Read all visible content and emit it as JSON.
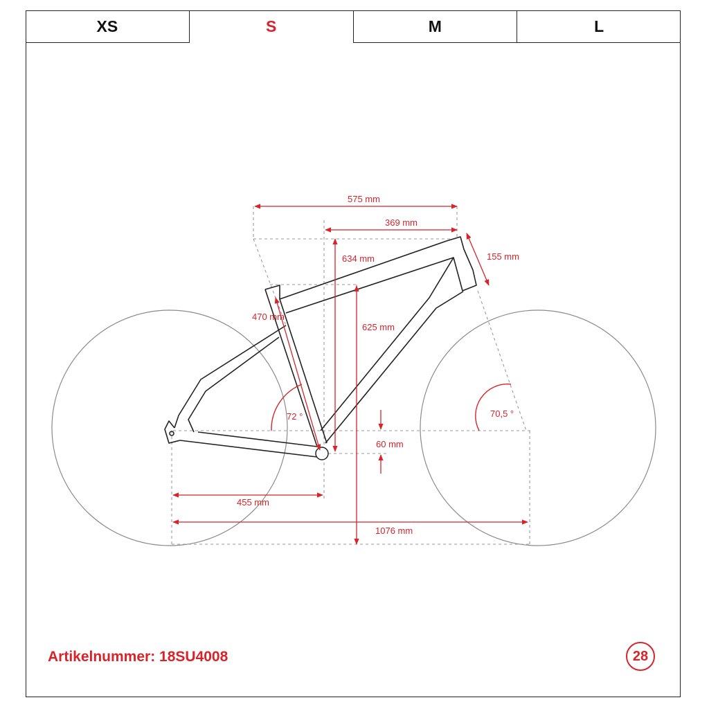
{
  "size_tabs": [
    {
      "label": "XS",
      "active": false
    },
    {
      "label": "S",
      "active": true
    },
    {
      "label": "M",
      "active": false
    },
    {
      "label": "L",
      "active": false
    }
  ],
  "dimensions": {
    "top_tube_horizontal": "575 mm",
    "reach": "369 mm",
    "stack": "634 mm",
    "head_tube": "155 mm",
    "seat_tube": "470 mm",
    "standover": "625 mm",
    "seat_angle": "72 °",
    "head_angle": "70,5 °",
    "bb_drop": "60 mm",
    "chainstay": "455 mm",
    "wheelbase": "1076 mm"
  },
  "article_number": "Artikelnummer: 18SU4008",
  "wheel_size": "28",
  "colors": {
    "accent": "#d8232a",
    "line": "#222222",
    "guide": "#9a9a9a"
  }
}
